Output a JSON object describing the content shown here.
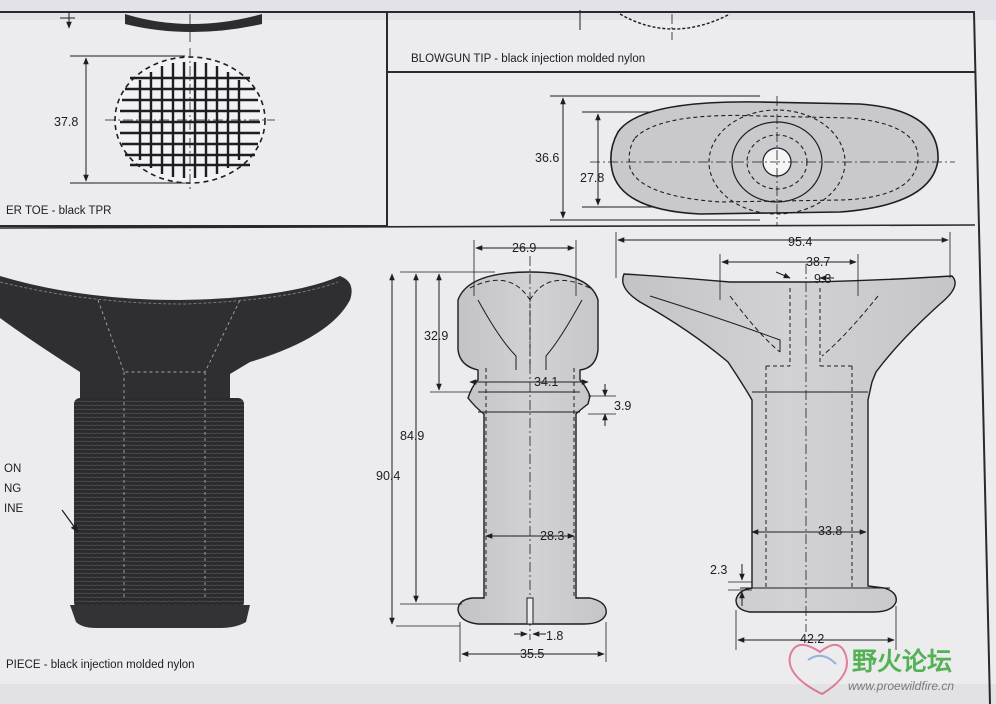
{
  "captions": {
    "blowgun_tip": "BLOWGUN TIP - black injection molded nylon",
    "toe": "ER TOE - black TPR",
    "mouthpiece": "PIECE - black injection molded nylon",
    "wrap_note": [
      "ON",
      "NG",
      "INE"
    ]
  },
  "dimensions": {
    "toe_height": "37.8",
    "top_outer_height": "36.6",
    "top_inner_height": "27.8",
    "overall_width": "95.4",
    "neck_width": "38.7",
    "slot_width": "9.3",
    "grip_width_side": "33.8",
    "flange_thickness": "2.3",
    "base_width_side": "42.2",
    "head_width": "26.9",
    "head_height": "32.9",
    "overall_height": "90.4",
    "inner_height": "84.9",
    "collar_width": "34.1",
    "collar_height": "3.9",
    "body_width": "28.3",
    "slot": "1.8",
    "base_width": "35.5"
  },
  "watermark": {
    "text": "野火论坛",
    "url": "www.proewildfire.cn"
  }
}
